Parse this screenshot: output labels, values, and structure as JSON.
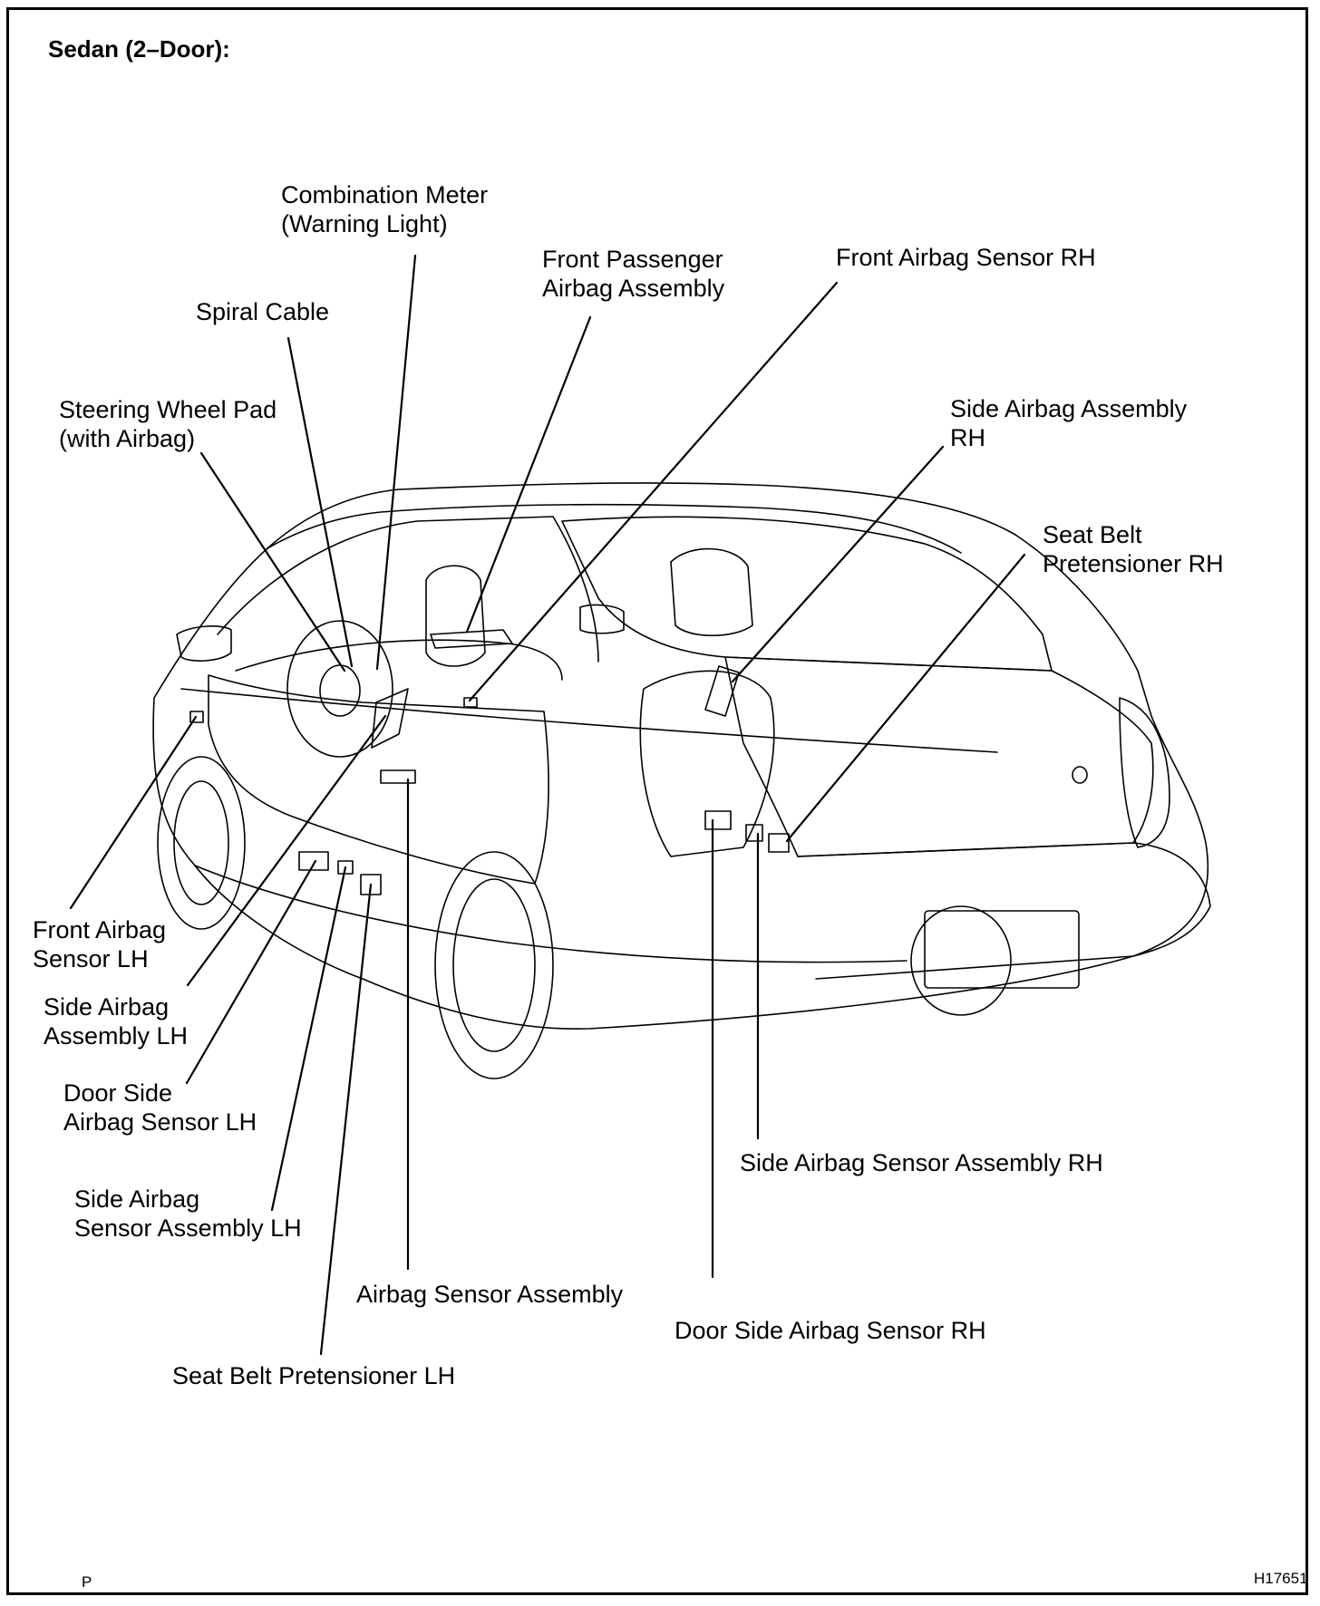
{
  "title": "Sedan (2–Door):",
  "labels": {
    "combination_meter": "Combination Meter\n(Warning Light)",
    "front_passenger_airbag": "Front Passenger\nAirbag Assembly",
    "front_airbag_sensor_rh": "Front Airbag Sensor RH",
    "spiral_cable": "Spiral Cable",
    "steering_wheel_pad": "Steering Wheel Pad\n(with Airbag)",
    "side_airbag_assembly_rh": "Side Airbag Assembly\nRH",
    "seat_belt_pretensioner_rh": "Seat Belt\nPretensioner RH",
    "front_airbag_sensor_lh": "Front Airbag\nSensor LH",
    "side_airbag_assembly_lh": "Side Airbag\nAssembly LH",
    "door_side_airbag_sensor_lh": "Door Side\nAirbag Sensor LH",
    "side_airbag_sensor_assembly_lh": "Side Airbag\nSensor Assembly LH",
    "airbag_sensor_assembly": "Airbag Sensor Assembly",
    "seat_belt_pretensioner_lh": "Seat Belt Pretensioner LH",
    "side_airbag_sensor_assembly_rh": "Side Airbag Sensor Assembly RH",
    "door_side_airbag_sensor_rh": "Door Side Airbag Sensor RH"
  },
  "footer": {
    "left_mark": "P",
    "figure_id": "H17651"
  }
}
